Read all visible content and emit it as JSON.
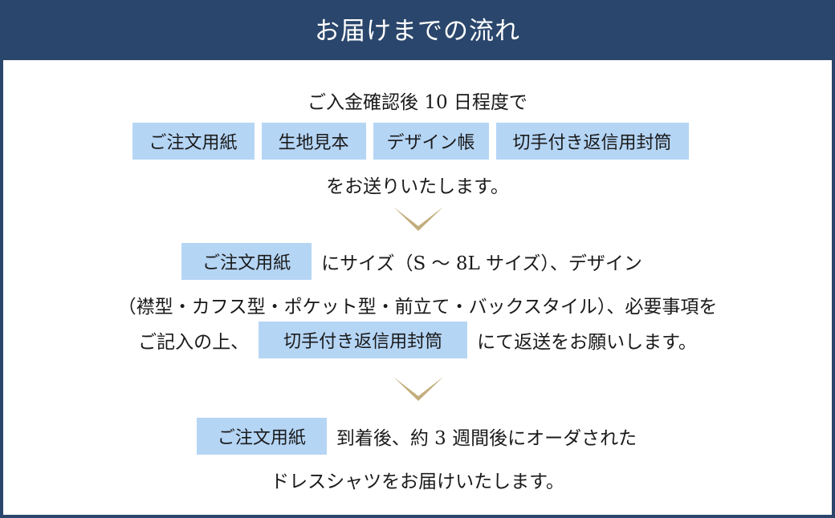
{
  "header": {
    "title": "お届けまでの流れ"
  },
  "colors": {
    "navy": "#2a466c",
    "box_blue": "#b5d5f5",
    "chevron_gold": "#c2ad7c"
  },
  "step1": {
    "line1": "ご入金確認後 10 日程度で",
    "items": [
      "ご注文用紙",
      "生地見本",
      "デザイン帳",
      "切手付き返信用封筒"
    ],
    "line3": "をお送りいたします。"
  },
  "step2": {
    "box1": "ご注文用紙",
    "line1_text": "にサイズ（S ～ 8L サイズ）、デザイン",
    "line2": "（襟型・カフス型・ポケット型・前立て・バックスタイル）、必要事項を",
    "line3_prefix": "ご記入の上、",
    "box2": "切手付き返信用封筒",
    "line3_suffix": "にて返送をお願いします。"
  },
  "step3": {
    "box": "ご注文用紙",
    "line1_text": "到着後、約 3 週間後にオーダされた",
    "line2": "ドレスシャツをお届けいたします。"
  },
  "icons": {
    "arrow": "chevron-down-icon"
  }
}
